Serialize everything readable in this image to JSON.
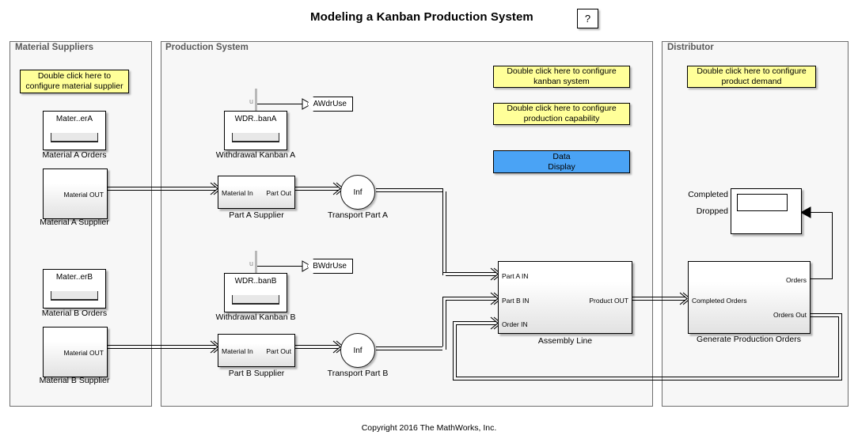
{
  "header": {
    "title": "Modeling a Kanban Production System",
    "help_label": "?"
  },
  "footer": {
    "copyright": "Copyright 2016 The MathWorks, Inc."
  },
  "sections": {
    "material_suppliers": {
      "label": "Material Suppliers"
    },
    "production_system": {
      "label": "Production System"
    },
    "distributor": {
      "label": "Distributor"
    }
  },
  "notes": {
    "material_supplier": "Double click here to\nconfigure material supplier",
    "material_supplier_l1": "Double click here to",
    "material_supplier_l2": "configure material supplier",
    "kanban_l1": "Double click here to configure",
    "kanban_l2": "kanban system",
    "capability_l1": "Double click here to configure",
    "capability_l2": "production capability",
    "demand_l1": "Double click here to configure",
    "demand_l2": "product demand",
    "data_display_l1": "Data",
    "data_display_l2": "Display"
  },
  "blocks": {
    "material_a_orders": {
      "name": "Mater..erA",
      "caption": "Material A Orders"
    },
    "material_b_orders": {
      "name": "Mater..erB",
      "caption": "Material B Orders"
    },
    "material_a_supplier": {
      "caption": "Material A Supplier",
      "out_port": "Material OUT"
    },
    "material_b_supplier": {
      "caption": "Material B Supplier",
      "out_port": "Material OUT"
    },
    "withdrawal_kanban_a": {
      "name": "WDR..banA",
      "caption": "Withdrawal Kanban A",
      "signal": "u",
      "tag": "AWdrUse"
    },
    "withdrawal_kanban_b": {
      "name": "WDR..banB",
      "caption": "Withdrawal Kanban B",
      "signal": "u",
      "tag": "BWdrUse"
    },
    "part_a_supplier": {
      "caption": "Part A Supplier",
      "in_port": "Material In",
      "out_port": "Part Out"
    },
    "part_b_supplier": {
      "caption": "Part B Supplier",
      "in_port": "Material In",
      "out_port": "Part Out"
    },
    "transport_part_a": {
      "caption": "Transport Part A",
      "value": "Inf"
    },
    "transport_part_b": {
      "caption": "Transport Part B",
      "value": "Inf"
    },
    "assembly_line": {
      "caption": "Assembly Line",
      "in_ports": [
        "Part A IN",
        "Part B IN",
        "Order IN"
      ],
      "out_ports": [
        "Product OUT"
      ]
    },
    "generate_production_orders": {
      "caption": "Generate Production Orders",
      "in_ports": [
        "Completed Orders"
      ],
      "out_ports": [
        "Orders",
        "Orders Out"
      ]
    },
    "orders_scope": {
      "signals": [
        "Completed",
        "Dropped"
      ]
    }
  },
  "colors": {
    "note_yellow": "#ffff99",
    "note_blue": "#4aa3f5",
    "section_bg": "#f7f7f7",
    "section_border": "#6e6e6e",
    "wire": "#000000"
  }
}
